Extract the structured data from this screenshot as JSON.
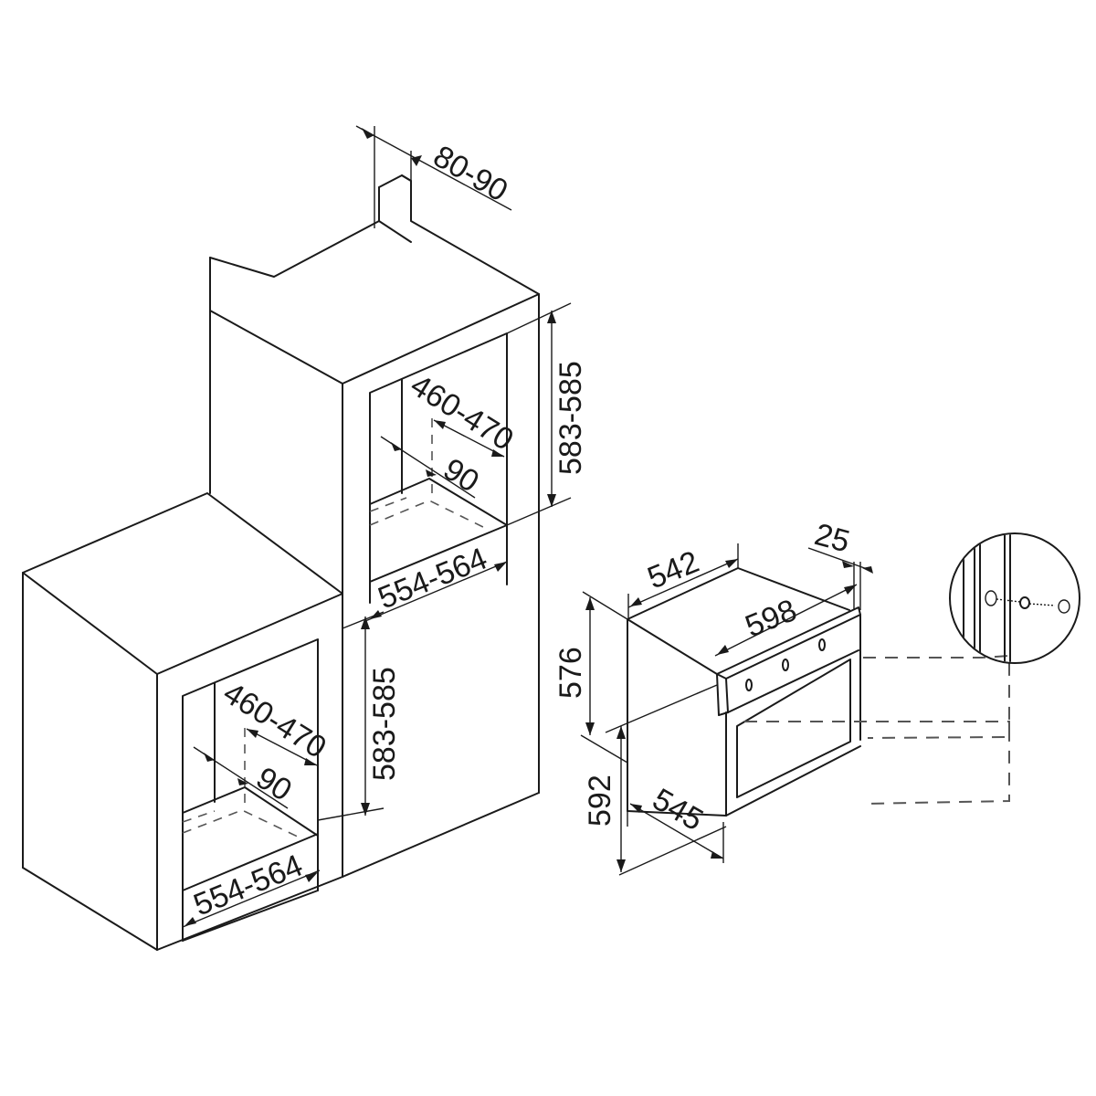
{
  "diagram": {
    "type": "built-in oven installation dimension drawing",
    "units": "mm",
    "upper_column_unit": {
      "rear_vent_gap": "80-90",
      "niche_height": "583-585",
      "niche_depth": "460-470",
      "front_setback": "90",
      "niche_width": "554-564"
    },
    "lower_base_unit": {
      "niche_depth": "460-470",
      "front_setback": "90",
      "niche_height": "583-585",
      "niche_width": "554-564"
    },
    "oven_appliance": {
      "body_width": "542",
      "front_width": "598",
      "front_panel_thickness": "25",
      "body_height": "576",
      "front_height": "592",
      "body_depth": "545"
    },
    "detail": {
      "name": "fixing screw detail",
      "shape": "circle"
    }
  }
}
